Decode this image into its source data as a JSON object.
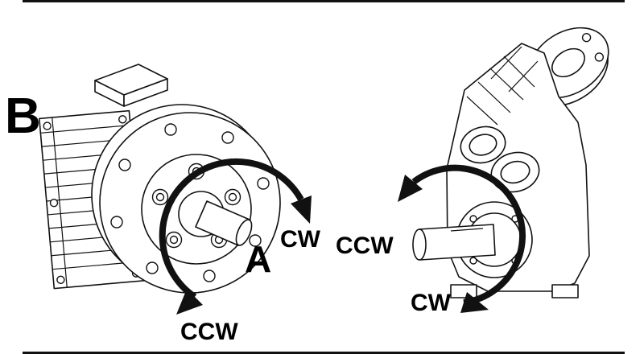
{
  "figure": {
    "left_unit": {
      "unit_label": "B",
      "shaft_label": "A",
      "cw_label": "CW",
      "ccw_label": "CCW"
    },
    "right_unit": {
      "ccw_label": "CCW",
      "cw_label": "CW"
    },
    "colors": {
      "line": "#111111",
      "background": "#ffffff"
    }
  }
}
